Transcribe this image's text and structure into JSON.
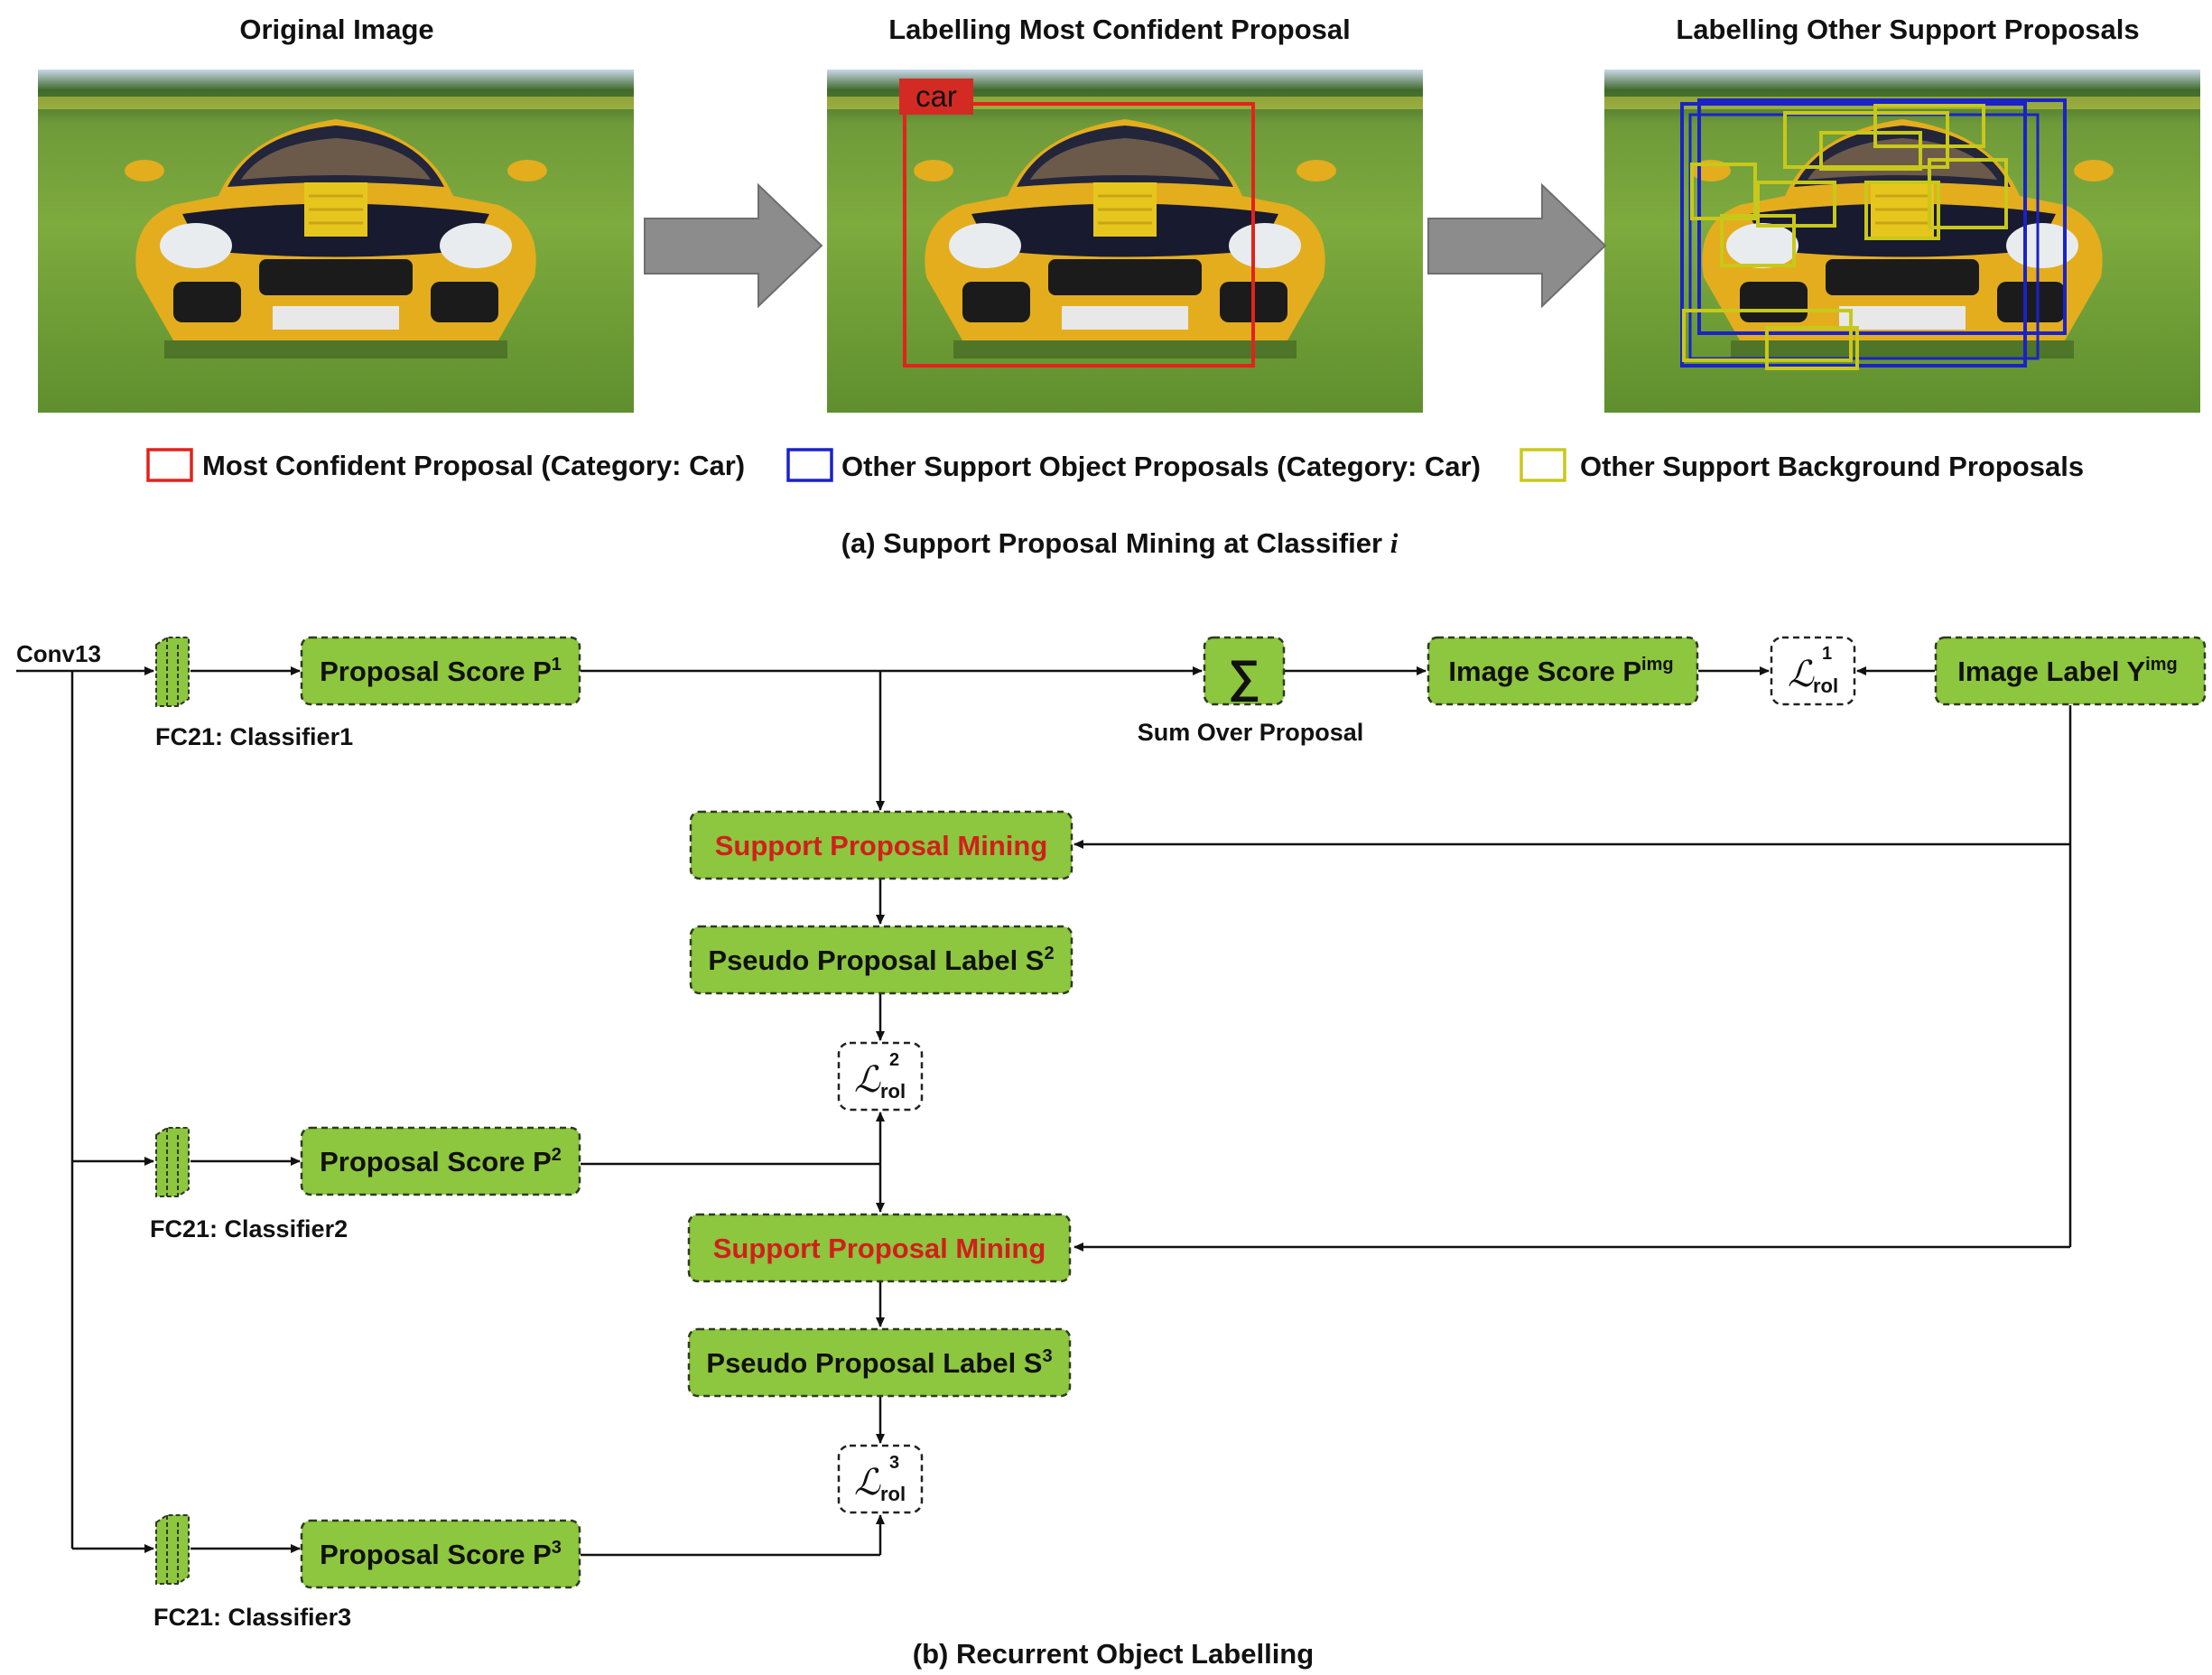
{
  "panel_a": {
    "headers": {
      "original": "Original Image",
      "most_confident": "Labelling Most Confident Proposal",
      "other_support": "Labelling Other Support Proposals"
    },
    "car_tag": "car",
    "legend": {
      "red": "Most Confident Proposal (Category: Car)",
      "blue": "Other Support Object Proposals (Category: Car)",
      "yellow": "Other Support Background Proposals"
    },
    "caption": "(a) Support Proposal Mining at Classifier ",
    "caption_var": "i"
  },
  "panel_b": {
    "input": "Conv13",
    "fc1": "FC21: Classifier1",
    "fc2": "FC21: Classifier2",
    "fc3": "FC21: Classifier3",
    "ps_label": "Proposal Score P",
    "ps1_sup": "1",
    "ps2_sup": "2",
    "ps3_sup": "3",
    "sum_symbol": "∑",
    "sum_label": "Sum Over Proposal",
    "img_score": "Image Score P",
    "img_score_sup": "img",
    "img_label": "Image Label Y",
    "img_label_sup": "img",
    "loss_symbol": "ℒ",
    "loss_sub": "rol",
    "loss1_sup": "1",
    "loss2_sup": "2",
    "loss3_sup": "3",
    "spm": "Support Proposal Mining",
    "ppl_label": "Pseudo Proposal Label S",
    "ppl2_sup": "2",
    "ppl3_sup": "3",
    "caption": "(b) Recurrent Object Labelling"
  },
  "colors": {
    "node_green": "#8dc63f",
    "red_box": "#e3221b",
    "blue_box": "#1b22c8",
    "yellow_box": "#c8c81b",
    "spm_text": "#d0201b",
    "arrow_gray": "#8c8c8c"
  },
  "icons": [
    "right-arrow-icon",
    "car-photo",
    "fc-layer-icon"
  ]
}
